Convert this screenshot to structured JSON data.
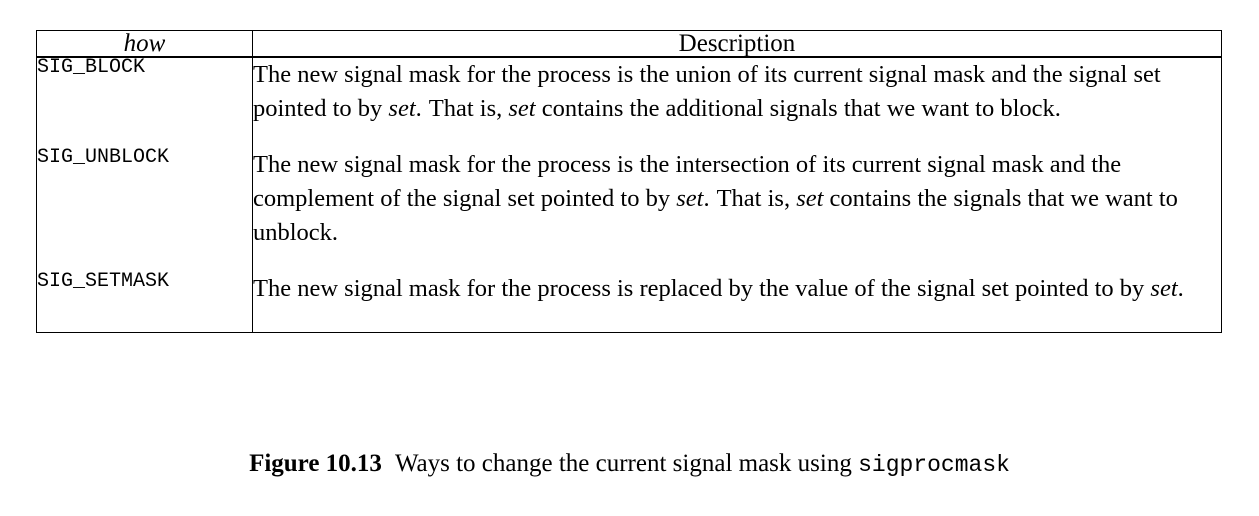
{
  "table": {
    "headers": {
      "how": "how",
      "description": "Description"
    },
    "rows": [
      {
        "how": "SIG_BLOCK",
        "description_parts": [
          {
            "text": "The new signal mask for the process is the union of its current signal mask and the signal set pointed to by ",
            "italic": false
          },
          {
            "text": "set",
            "italic": true
          },
          {
            "text": ".",
            "italic": false
          },
          {
            "text": "That is, ",
            "italic": false,
            "gap_before": true
          },
          {
            "text": "set",
            "italic": true
          },
          {
            "text": " contains the additional signals that we want to block.",
            "italic": false
          }
        ],
        "description_plain": "The new signal mask for the process is the union of its current signal mask and the signal set pointed to by set.  That is, set contains the additional signals that we want to block."
      },
      {
        "how": "SIG_UNBLOCK",
        "description_parts": [
          {
            "text": "The new signal mask for the process is the intersection of its current signal mask and the complement of the signal set pointed to by ",
            "italic": false
          },
          {
            "text": "set",
            "italic": true
          },
          {
            "text": ".",
            "italic": false
          },
          {
            "text": "That is, ",
            "italic": false,
            "gap_before": true
          },
          {
            "text": "set",
            "italic": true
          },
          {
            "text": " contains the signals that we want to unblock.",
            "italic": false
          }
        ],
        "description_plain": "The new signal mask for the process is the intersection of its current signal mask and the complement of the signal set pointed to by set.  That is, set contains the signals that we want to unblock."
      },
      {
        "how": "SIG_SETMASK",
        "description_parts": [
          {
            "text": "The new signal mask for the process is replaced by the value of the signal set pointed to by ",
            "italic": false
          },
          {
            "text": "set",
            "italic": true
          },
          {
            "text": ".",
            "italic": false
          }
        ],
        "description_plain": "The new signal mask for the process is replaced by the value of the signal set pointed to by set."
      }
    ]
  },
  "caption": {
    "label": "Figure 10.13",
    "text": "Ways to change the current signal mask using",
    "code": "sigprocmask"
  },
  "colors": {
    "background": "#ffffff",
    "text": "#000000",
    "rule": "#000000"
  }
}
